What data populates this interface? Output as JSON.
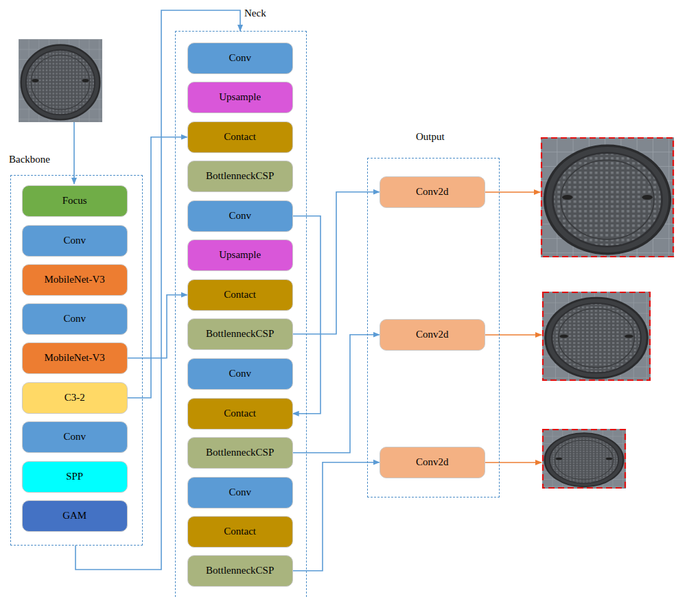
{
  "diagram": {
    "nodes": [
      {
        "text": [
          "Backbone"
        ]
      },
      {
        "text": [
          "Focus"
        ],
        "in": 0
      },
      {
        "text": [
          "Conv"
        ],
        "in": 0
      },
      {
        "text": [
          "MobileNet-V3"
        ],
        "in": 0
      },
      {
        "text": [
          "Conv"
        ],
        "in": 0
      },
      {
        "text": [
          "MobileNet-V3"
        ],
        "in": 0
      },
      {
        "text": [
          "C3-2"
        ],
        "in": 0
      },
      {
        "text": [
          "Conv"
        ],
        "in": 0
      },
      {
        "text": [
          "SPP"
        ],
        "in": 0
      },
      {
        "text": [
          "GAM"
        ],
        "in": 0
      },
      {
        "text": [
          "Neck"
        ]
      },
      {
        "text": [
          "Conv"
        ],
        "in": 10
      },
      {
        "text": [
          "Upsample"
        ],
        "in": 10
      },
      {
        "text": [
          "Contact"
        ],
        "in": 10
      },
      {
        "text": [
          "BottlenneckCSP"
        ],
        "in": 10
      },
      {
        "text": [
          "Conv"
        ],
        "in": 10
      },
      {
        "text": [
          "Upsample"
        ],
        "in": 10
      },
      {
        "text": [
          "Contact"
        ],
        "in": 10
      },
      {
        "text": [
          "BottlenneckCSP"
        ],
        "in": 10
      },
      {
        "text": [
          "Conv"
        ],
        "in": 10
      },
      {
        "text": [
          "Contact"
        ],
        "in": 10
      },
      {
        "text": [
          "BottlenneckCSP"
        ],
        "in": 10
      },
      {
        "text": [
          "Conv"
        ],
        "in": 10
      },
      {
        "text": [
          "Contact"
        ],
        "in": 10
      },
      {
        "text": [
          "BottlenneckCSP"
        ],
        "in": 10
      },
      {
        "text": [
          "Output"
        ]
      },
      {
        "text": [
          "Conv2d"
        ],
        "in": 25
      },
      {
        "text": [
          "Conv2d"
        ],
        "in": 25
      },
      {
        "text": [
          "Conv2d"
        ],
        "in": 25
      }
    ],
    "edges": [
      {
        "from": 0,
        "to": 10,
        "arrow": "to"
      },
      {
        "from": 5,
        "to": 17,
        "arrow": "to"
      },
      {
        "from": 6,
        "to": 13,
        "arrow": "to"
      },
      {
        "from": 15,
        "to": 20,
        "arrow": "to"
      },
      {
        "from": 18,
        "to": 26,
        "arrow": "to"
      },
      {
        "from": 21,
        "to": 27,
        "arrow": "to"
      },
      {
        "from": 24,
        "to": 28,
        "arrow": "to"
      }
    ]
  }
}
